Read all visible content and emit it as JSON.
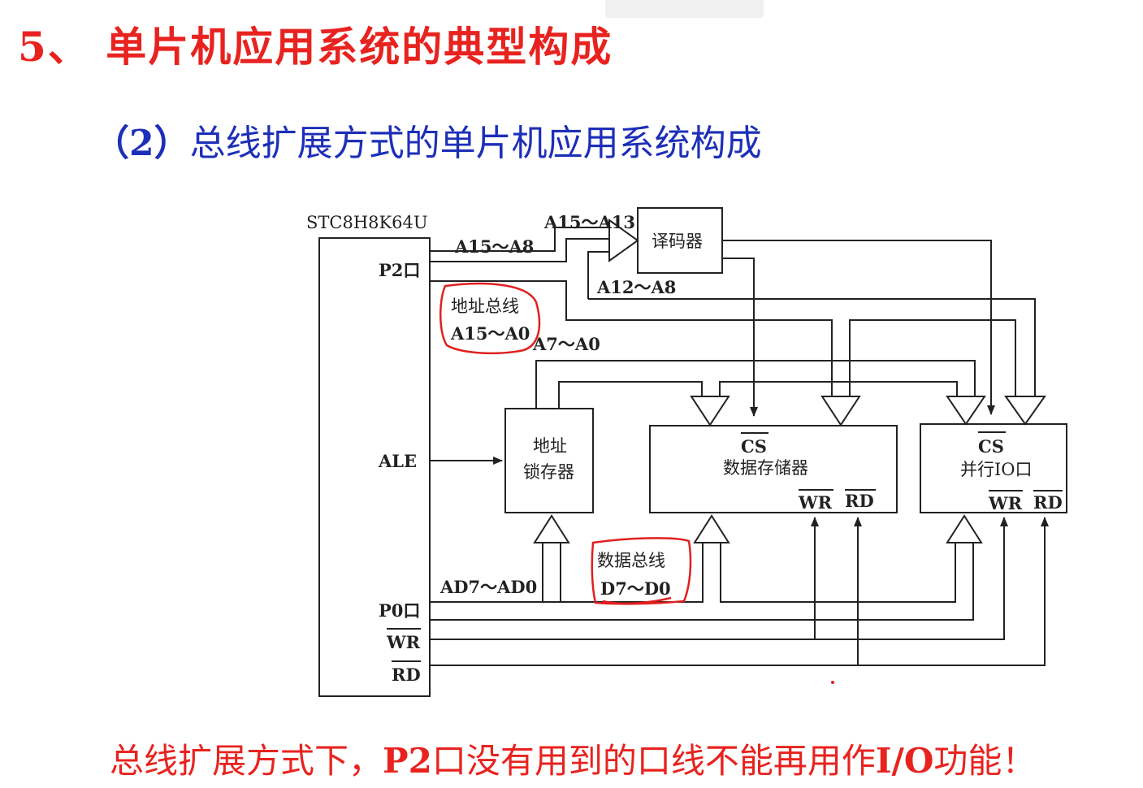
{
  "title": "5、 单片机应用系统的典型构成",
  "subtitle": {
    "num": "（2）",
    "text": "总线扩展方式的单片机应用系统构成"
  },
  "footer": {
    "part1": "总线扩展方式下，",
    "part2": "P2",
    "part3": "口没有用到的口线不能再用作",
    "part4": "I/O",
    "part5": "功能！"
  },
  "diagram": {
    "mcu_name": "STC8H8K64U",
    "p2_port": "P2口",
    "ale": "ALE",
    "p0_port": "P0口",
    "wr": "WR",
    "rd": "RD",
    "bus_a15_a13": "A15～A13",
    "bus_a15_a8": "A15～A8",
    "bus_a12_a8": "A12～A8",
    "bus_a7_a0": "A7～A0",
    "bus_ad7_ad0": "AD7～AD0",
    "decoder": "译码器",
    "latch_line1": "地址",
    "latch_line2": "锁存器",
    "ram_cs": "CS",
    "ram_name": "数据存储器",
    "ram_wr": "WR",
    "ram_rd": "RD",
    "io_cs": "CS",
    "io_name": "并行IO口",
    "io_wr": "WR",
    "io_rd": "RD",
    "note_addr_line1": "地址总线",
    "note_addr_line2": "A15～A0",
    "note_data_line1": "数据总线",
    "note_data_line2": "D7～D0"
  },
  "colors": {
    "title": "#e8231f",
    "subtitle": "#1d2fb8",
    "annotation": "#e02020",
    "line": "#222222"
  }
}
